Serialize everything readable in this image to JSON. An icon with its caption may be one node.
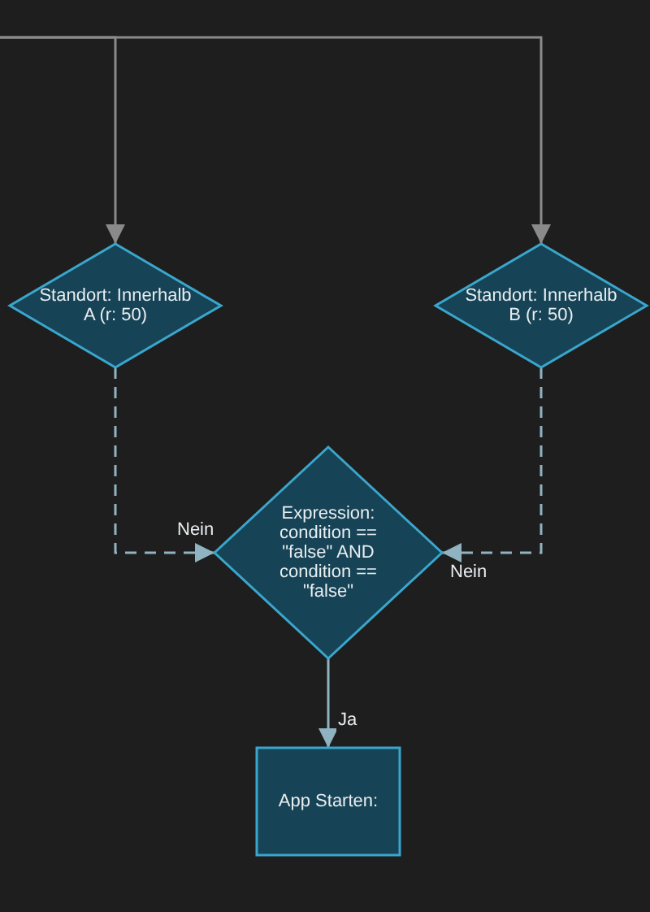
{
  "diagram": {
    "nodes": [
      {
        "text": [
          "Standort: Innerhalb A (r: 50)"
        ]
      },
      {
        "text": [
          "Standort: Innerhalb B (r: 50)"
        ]
      },
      {
        "text": [
          "Expression: condition == \"false\" AND condition == \"false\""
        ]
      },
      {
        "text": [
          "App Starten:"
        ]
      }
    ],
    "edges": [
      {
        "from": null,
        "to": 0,
        "arrow": "to",
        "color": "#8a8a8a"
      },
      {
        "from": null,
        "to": 1,
        "arrow": "to",
        "color": "#8a8a8a"
      },
      {
        "from": 0,
        "to": 2,
        "arrow": "to",
        "label": "Nein",
        "style": "dashed"
      },
      {
        "from": 1,
        "to": 2,
        "arrow": "to",
        "label": "Nein",
        "style": "dashed"
      },
      {
        "from": 2,
        "to": 3,
        "arrow": "to",
        "label": "Ja"
      }
    ]
  }
}
